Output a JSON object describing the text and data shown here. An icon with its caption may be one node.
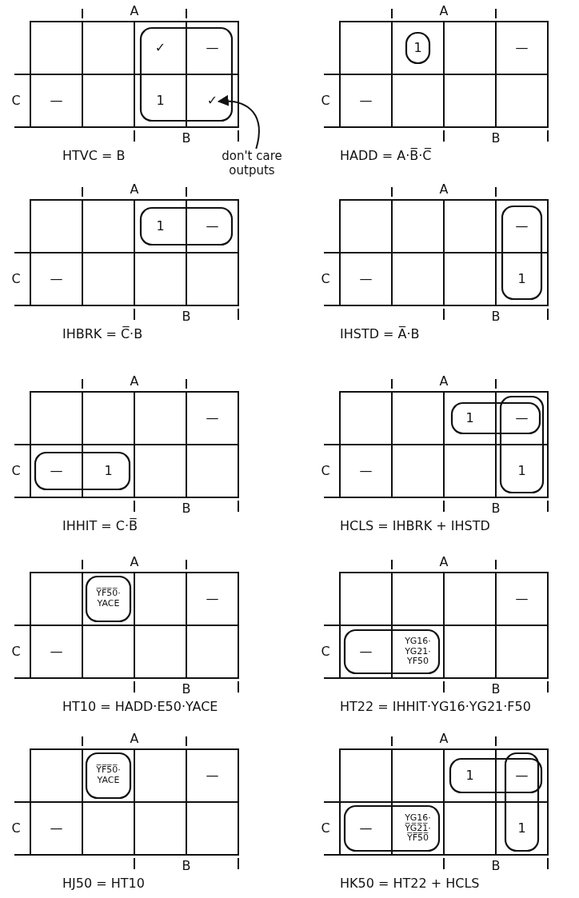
{
  "diagram": {
    "nodes": [
      {
        "text": [
          "don't care outputs"
        ]
      },
      {
        "text": [
          "✓"
        ]
      }
    ],
    "edges": [
      {
        "from": 0,
        "to": 1,
        "arrow": "to"
      }
    ],
    "labels": [
      "A",
      "✓",
      "—",
      "C",
      "—",
      "1",
      "B",
      "HTVC = B",
      "A",
      "1",
      "—",
      "C",
      "—",
      "B",
      "HADD = A·B̅·C̅",
      "A",
      "1",
      "—",
      "C",
      "—",
      "B",
      "IHBRK = C̅·B",
      "A",
      "—",
      "C",
      "—",
      "1",
      "B",
      "IHSTD = A̅·B",
      "A",
      "—",
      "C",
      "—",
      "1",
      "B",
      "IHHIT = C·B̅",
      "A",
      "1",
      "—",
      "C",
      "—",
      "1",
      "B",
      "HCLS = IHBRK + IHSTD",
      "A",
      "Y̅F̅5̅0̅· YACE",
      "—",
      "C",
      "—",
      "B",
      "HT10 = HADD·E50·YACE",
      "A",
      "—",
      "C",
      "—",
      "YG16· YG21· YF50",
      "B",
      "HT22 = IHHIT·YG16·YG21·F50",
      "A",
      "Y̅F̅5̅0̅· YACE",
      "—",
      "C",
      "—",
      "B",
      "HJ50 = HT10",
      "A",
      "1",
      "—",
      "C",
      "—",
      "YG16· Y̅G̅2̅1̅· Y̅F̅5̅0̅",
      "1",
      "B",
      "HK50 = HT22 + HCLS"
    ]
  }
}
